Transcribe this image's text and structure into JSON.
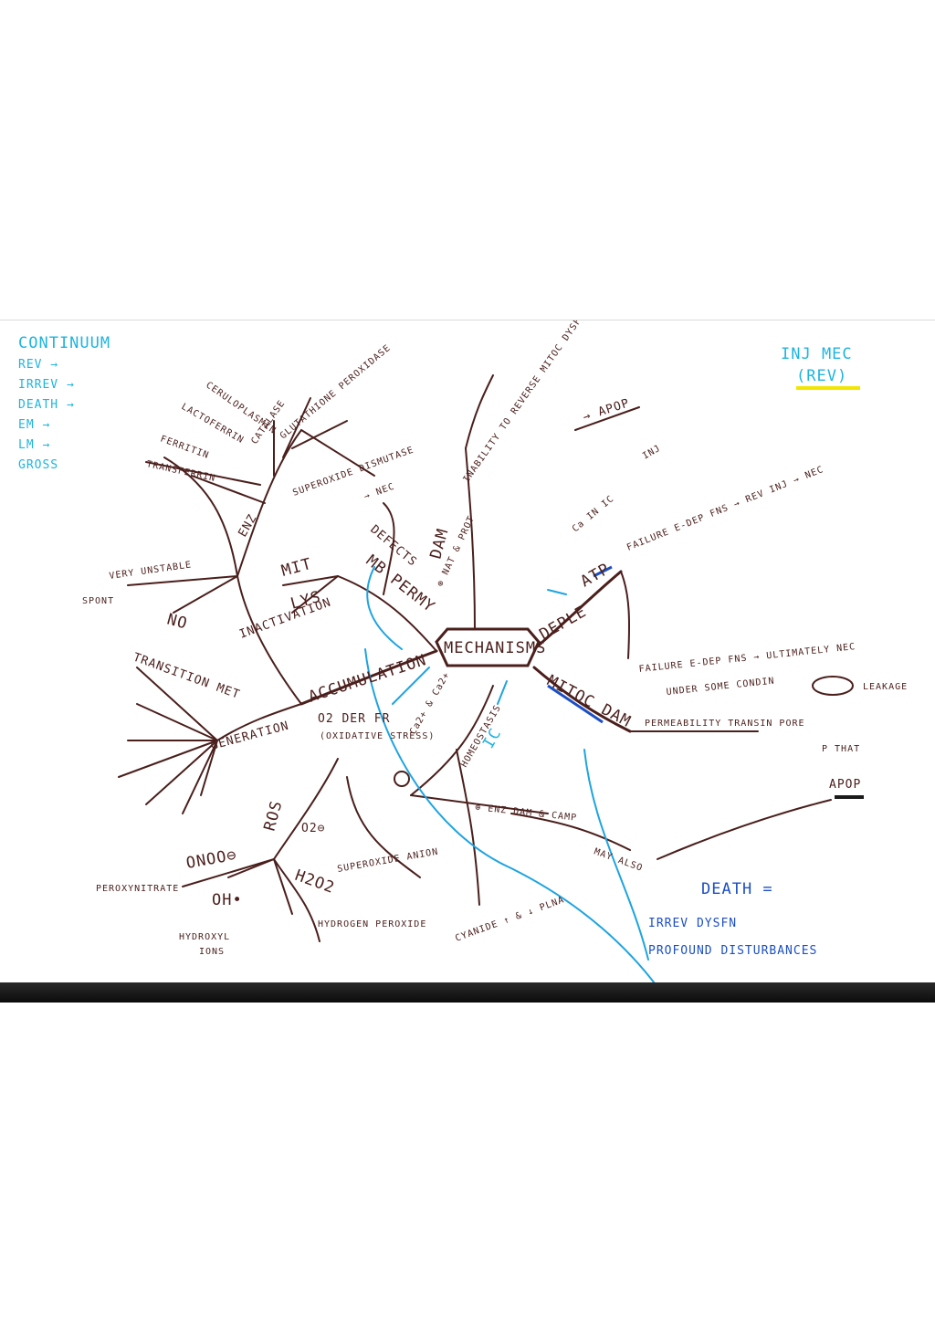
{
  "legend_left": {
    "items": [
      "CONTINUUM",
      "REV →",
      "IRREV →",
      "DEATH →",
      "EM →",
      "LM →",
      "GROSS"
    ]
  },
  "legend_right": {
    "line1": "INJ MEC",
    "line2": "(REV)"
  },
  "center": "MECHANISMS",
  "branches": {
    "accumulation": "ACCUMULATION",
    "o2_fr": "O2 DER FR",
    "oxidative_stress": "(OXIDATIVE STRESS)",
    "generation": "GENERATION",
    "ros": "ROS",
    "onoo": "ONOO⊖",
    "peroxynitrate": "PEROXYNITRATE",
    "oh": "OH•",
    "hydroxyl": "HYDROXYL",
    "ions": "IONS",
    "o2_minus": "O2⊖",
    "superoxide_anion": "SUPEROXIDE ANION",
    "h2o2": "H2O2",
    "hydrogen_peroxide": "HYDROGEN PEROXIDE",
    "transition_met": "TRANSITION MET",
    "no": "NO",
    "very_unstable": "VERY UNSTABLE",
    "spont": "SPONT",
    "inactivation": "INACTIVATION",
    "enz": "ENZ",
    "ferritin": "FERRITIN",
    "transferrin": "TRANSFERRIN",
    "lactoferrin": "LACTOFERRIN",
    "ceruloplasmin": "CERULOPLASMIN",
    "catalase": "CATALASE",
    "glutathione_peroxidase": "GLUTATHIONE PEROXIDASE",
    "superoxide_dismutase": "SUPEROXIDE DISMUTASE",
    "mb_permy": "MB PERMY",
    "defects": "DEFECTS",
    "nec_small": "→ NEC",
    "mit": "MIT",
    "lys": "LYS",
    "dam": "DAM",
    "pnat_prot": "⊕ NAT & PROT",
    "inability": "INABILITY TO REVERSE MITOC DYSFN & MISFOLDING P",
    "apop_top": "→ APOP",
    "ca_in_ic": "Ca IN IC",
    "inj": "INJ",
    "depletion": "DEPLE",
    "atp": "ATP",
    "failure_e_dep": "FAILURE E-DEP FNS → REV INJ → NEC",
    "failure_e_dep2": "FAILURE E-DEP FNS → ULTIMATELY NEC",
    "under_some_cond": "UNDER SOME CONDIN",
    "leakage": "LEAKAGE",
    "p_that": "P THAT",
    "apop_right": "APOP",
    "mitoc_dam": "MITOC DAM",
    "permeability": "PERMEABILITY TRANSIN PORE",
    "homeostasis": "HOMEOSTASIS",
    "ic": "IC",
    "ca_terms": "Ca2+ & Ca2+",
    "enz_dam": "⊕ ENZ DAM & CAMP",
    "may_also": "MAY ALSO",
    "cyanide": "CYANIDE ↑ & ↓ PLNA"
  },
  "death_box": {
    "title": "DEATH =",
    "line1": "IRREV DYSFN",
    "line2": "PROFOUND DISTURBANCES"
  }
}
